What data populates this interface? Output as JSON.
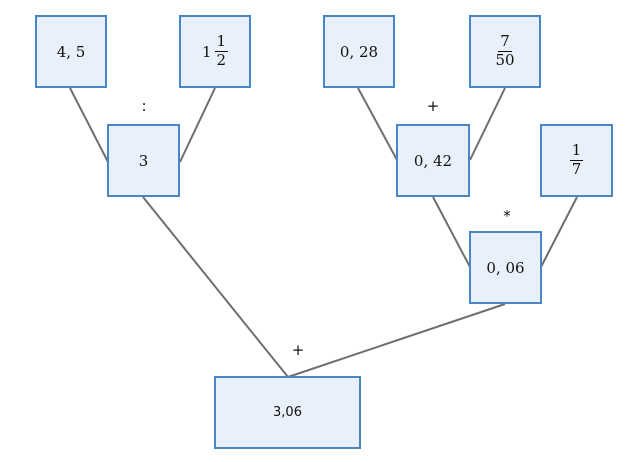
{
  "leaves": {
    "a": "4, 5",
    "b_whole": "1",
    "b_num": "1",
    "b_den": "2",
    "c": "0, 28",
    "d_num": "7",
    "d_den": "50",
    "e_num": "1",
    "e_den": "7"
  },
  "nodes": {
    "div_result": "3",
    "sum_result": "0, 42",
    "mul_result": "0, 06",
    "final_result": "3,06"
  },
  "operators": {
    "div": ":",
    "add_top": "+",
    "mul": "*",
    "add_final": "+"
  },
  "colors": {
    "box_fill": "#e9f0fa",
    "box_border": "#4a86c6",
    "edge": "#6e6e6e"
  }
}
